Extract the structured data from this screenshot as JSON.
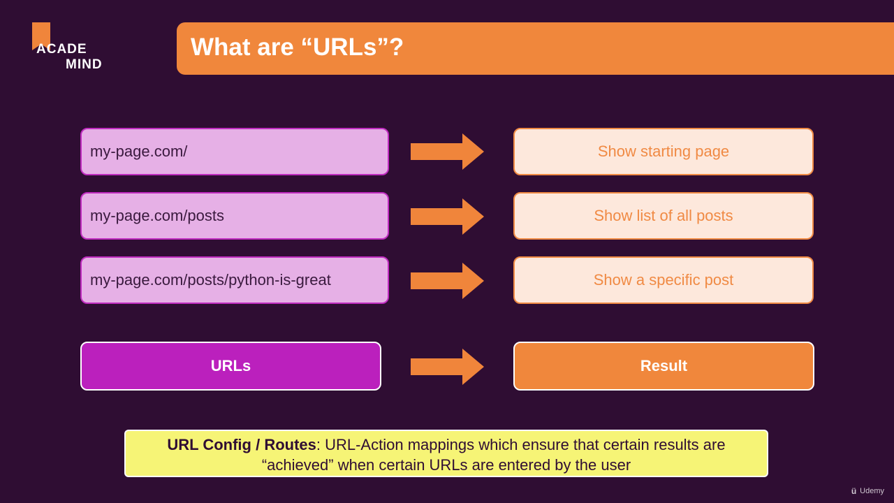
{
  "logo": {
    "line1": "ACADE",
    "line2": "MIND"
  },
  "title": "What are “URLs”?",
  "rows": [
    {
      "url": "my-page.com/",
      "result": "Show starting page"
    },
    {
      "url": "my-page.com/posts",
      "result": "Show list of all posts"
    },
    {
      "url": "my-page.com/posts/python-is-great",
      "result": "Show a specific post"
    }
  ],
  "summary": {
    "left": "URLs",
    "right": "Result"
  },
  "note": {
    "term": "URL Config / Routes",
    "line1_rest": ": URL-Action mappings which ensure that certain results are",
    "line2": "“achieved” when certain URLs are entered by the user"
  },
  "watermark": "Udemy",
  "colors": {
    "background": "#2f0d33",
    "accent_orange": "#f0873c",
    "accent_purple": "#bb20bd",
    "note_yellow": "#f6f476"
  }
}
